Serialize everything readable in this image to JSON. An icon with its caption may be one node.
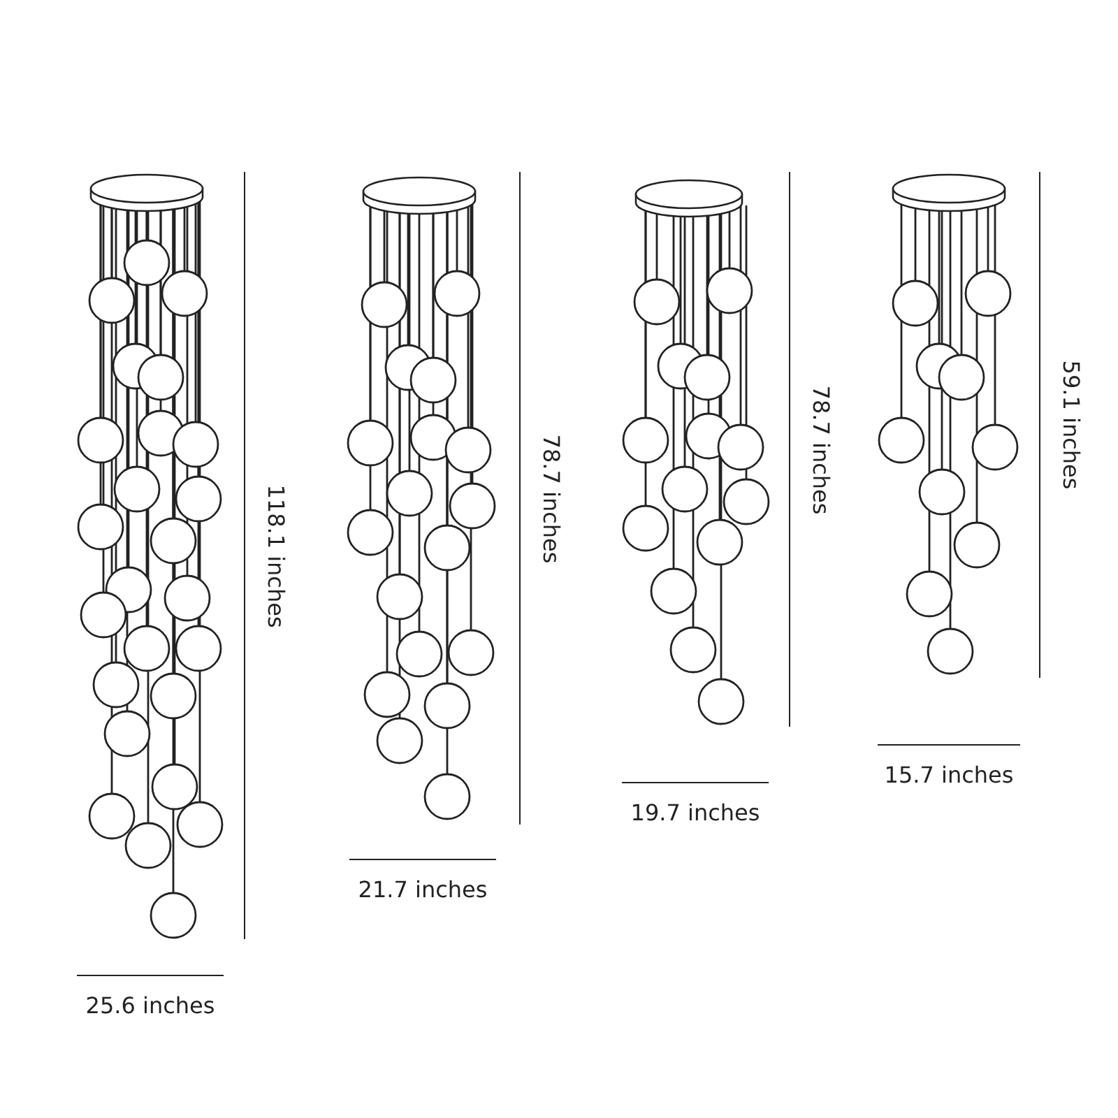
{
  "diagram": {
    "labels": [
      "118.1 inches",
      "25.6 inches",
      "78.7 inches",
      "21.7 inches",
      "78.7 inches",
      "19.7 inches",
      "59.1 inches",
      "15.7 inches"
    ]
  }
}
